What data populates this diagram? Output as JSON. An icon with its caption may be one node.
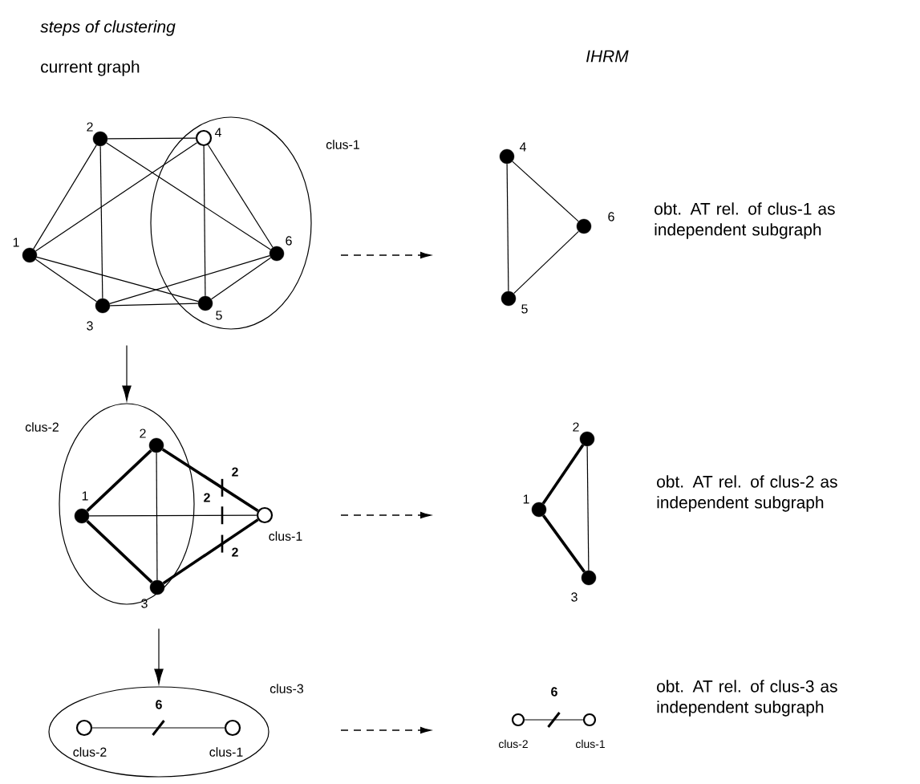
{
  "diagram": {
    "nodes": [
      {
        "text": [
          "clus-1"
        ]
      },
      {
        "text": [],
        "shape": "circle",
        "beside": [
          "1"
        ]
      },
      {
        "text": [],
        "shape": "circle",
        "beside": [
          "2"
        ]
      },
      {
        "text": [],
        "shape": "circle",
        "beside": [
          "3"
        ]
      },
      {
        "text": [],
        "shape": "circle",
        "beside": [
          "4"
        ],
        "in": 0
      },
      {
        "text": [],
        "shape": "circle",
        "beside": [
          "5"
        ],
        "in": 0
      },
      {
        "text": [],
        "shape": "circle",
        "beside": [
          "6"
        ],
        "in": 0
      },
      {
        "text": [],
        "shape": "circle",
        "beside": [
          "4"
        ]
      },
      {
        "text": [],
        "shape": "circle",
        "beside": [
          "5"
        ]
      },
      {
        "text": [],
        "shape": "circle",
        "beside": [
          "6"
        ]
      },
      {
        "text": [
          "clus-2"
        ]
      },
      {
        "text": [],
        "shape": "circle",
        "beside": [
          "1"
        ],
        "in": 10
      },
      {
        "text": [],
        "shape": "circle",
        "beside": [
          "2"
        ],
        "in": 10
      },
      {
        "text": [],
        "shape": "circle",
        "beside": [
          "3"
        ],
        "in": 10
      },
      {
        "text": [],
        "shape": "circle",
        "beside": [
          "clus-1"
        ]
      },
      {
        "text": [],
        "shape": "circle",
        "beside": [
          "1"
        ]
      },
      {
        "text": [],
        "shape": "circle",
        "beside": [
          "2"
        ]
      },
      {
        "text": [],
        "shape": "circle",
        "beside": [
          "3"
        ]
      },
      {
        "text": [
          "clus-3"
        ]
      },
      {
        "text": [],
        "shape": "circle",
        "beside": [
          "clus-2"
        ],
        "in": 18
      },
      {
        "text": [],
        "shape": "circle",
        "beside": [
          "clus-1"
        ],
        "in": 18
      },
      {
        "text": [],
        "shape": "circle",
        "beside": [
          "clus-2"
        ]
      },
      {
        "text": [],
        "shape": "circle",
        "beside": [
          "clus-1"
        ]
      }
    ],
    "edges": [
      {
        "from": 1,
        "to": 2,
        "arrow": "none"
      },
      {
        "from": 1,
        "to": 3,
        "arrow": "none"
      },
      {
        "from": 1,
        "to": 4,
        "arrow": "none"
      },
      {
        "from": 1,
        "to": 5,
        "arrow": "none"
      },
      {
        "from": 2,
        "to": 3,
        "arrow": "none"
      },
      {
        "from": 2,
        "to": 4,
        "arrow": "none"
      },
      {
        "from": 2,
        "to": 6,
        "arrow": "none"
      },
      {
        "from": 3,
        "to": 5,
        "arrow": "none"
      },
      {
        "from": 3,
        "to": 6,
        "arrow": "none"
      },
      {
        "from": 4,
        "to": 5,
        "arrow": "none"
      },
      {
        "from": 4,
        "to": 6,
        "arrow": "none"
      },
      {
        "from": 5,
        "to": 6,
        "arrow": "none"
      },
      {
        "from": 7,
        "to": 8,
        "arrow": "none"
      },
      {
        "from": 7,
        "to": 9,
        "arrow": "none"
      },
      {
        "from": 8,
        "to": 9,
        "arrow": "none"
      },
      {
        "from": null,
        "to": 10,
        "arrow": "to"
      },
      {
        "from": 11,
        "to": 12,
        "arrow": "none",
        "style": "thick"
      },
      {
        "from": 11,
        "to": 13,
        "arrow": "none",
        "style": "thick"
      },
      {
        "from": 11,
        "to": 14,
        "arrow": "none",
        "label": "2"
      },
      {
        "from": 12,
        "to": 13,
        "arrow": "none"
      },
      {
        "from": 12,
        "to": 14,
        "arrow": "none",
        "style": "thick",
        "label": "2"
      },
      {
        "from": 13,
        "to": 14,
        "arrow": "none",
        "style": "thick",
        "label": "2"
      },
      {
        "from": 15,
        "to": 16,
        "arrow": "none",
        "style": "thick"
      },
      {
        "from": 15,
        "to": 17,
        "arrow": "none",
        "style": "thick"
      },
      {
        "from": 16,
        "to": 17,
        "arrow": "none"
      },
      {
        "from": null,
        "to": 18,
        "arrow": "to"
      },
      {
        "from": 19,
        "to": 20,
        "arrow": "none",
        "label": "6"
      },
      {
        "from": 21,
        "to": 22,
        "arrow": "none",
        "label": "6"
      }
    ],
    "labels": [
      "steps of clustering",
      "current graph",
      "IHRM",
      "obt. AT rel. of clus-1 as independent subgraph",
      "obt. AT rel. of clus-2 as independent subgraph",
      "obt. AT rel. of clus-3 as independent subgraph"
    ]
  }
}
